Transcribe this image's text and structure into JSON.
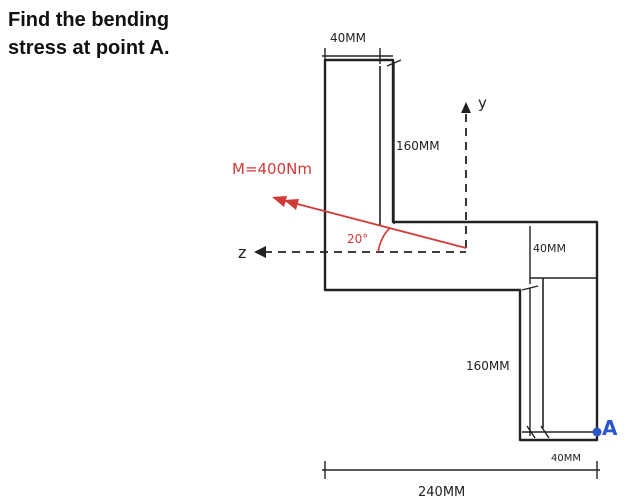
{
  "problem": {
    "line1": "Find the bending",
    "line2": "stress at point A."
  },
  "labels": {
    "top_width": "40MM",
    "upper_height": "160MM",
    "y_axis": "y",
    "moment": "M=400Nm",
    "angle": "20°",
    "z_axis": "z",
    "flange_thickness": "40MM",
    "lower_height": "160MM",
    "point": "A",
    "bottom_width": "40MM",
    "overall_width": "240MM"
  },
  "colors": {
    "ink": "#222222",
    "moment": "#d23a3a",
    "point": "#2a57c9"
  }
}
